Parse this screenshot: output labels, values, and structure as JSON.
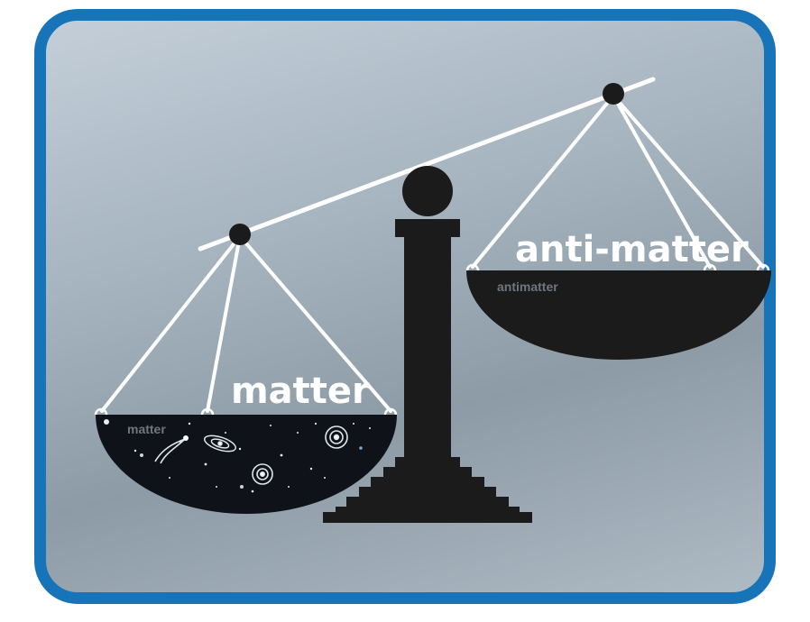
{
  "labels": {
    "left_pan_big": "matter",
    "left_pan_small": "matter",
    "right_pan_big": "anti-matter",
    "right_pan_small": "antimatter"
  },
  "colors": {
    "frame": "#1874b8",
    "scale": "#1b1b1b",
    "strings": "#ffffff",
    "small_label": "#6d7782"
  }
}
